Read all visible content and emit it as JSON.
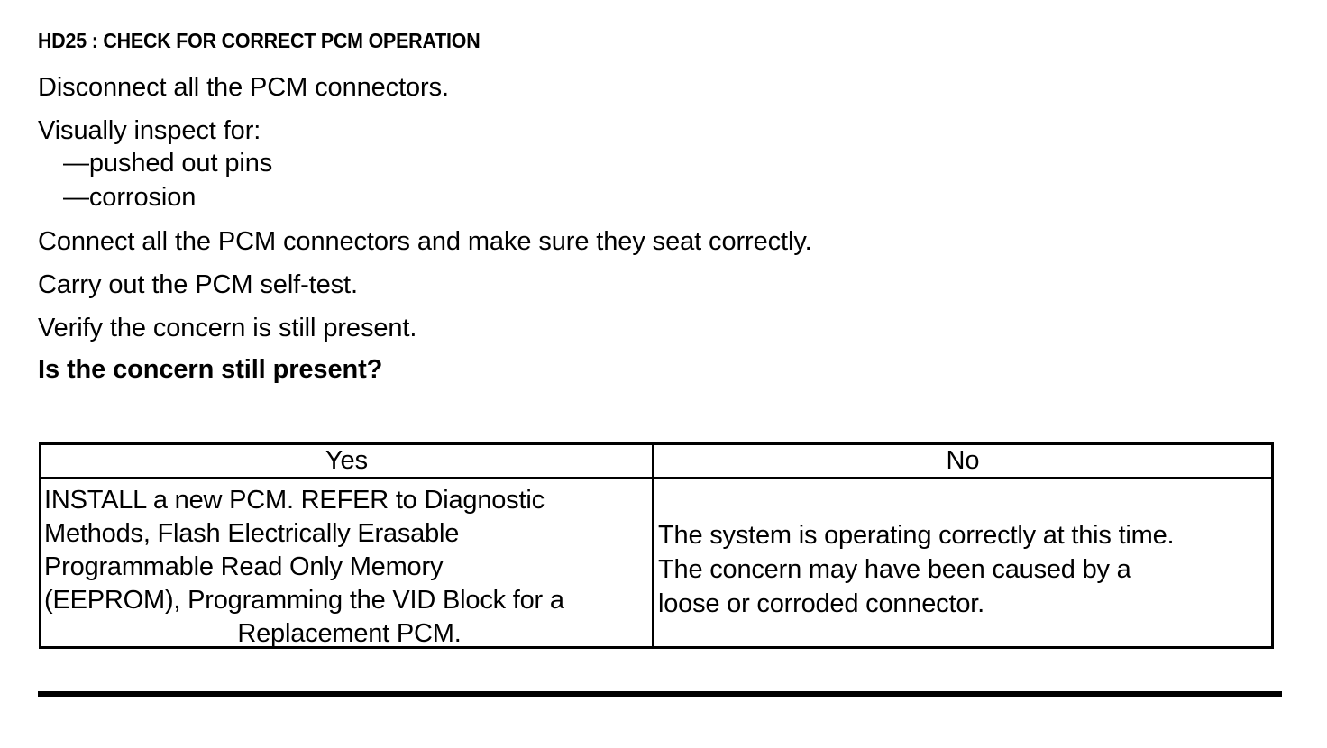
{
  "document": {
    "step_title": "HD25 : CHECK FOR CORRECT PCM OPERATION",
    "instructions": [
      "Disconnect all the PCM connectors.",
      "Visually inspect for:",
      "—pushed out pins",
      "—corrosion",
      "Connect all the PCM connectors and make sure they seat correctly.",
      "Carry out the PCM self-test.",
      "Verify the concern is still present."
    ],
    "question": "Is the concern still present?"
  },
  "decision_table": {
    "headers": [
      "Yes",
      "No"
    ],
    "yes_cell": {
      "lines": [
        "INSTALL a new PCM. REFER to Diagnostic",
        "Methods, Flash Electrically Erasable",
        "Programmable Read Only Memory",
        "(EEPROM), Programming the VID Block for a",
        "Replacement PCM."
      ],
      "text": "INSTALL a new PCM. REFER to Diagnostic Methods, Flash Electrically Erasable Programmable Read Only Memory (EEPROM), Programming the VID Block for a Replacement PCM."
    },
    "no_cell": {
      "lines": [
        "The system is operating correctly at this time.",
        "The concern may have been caused by a",
        "loose or corroded connector."
      ],
      "text": "The system is operating correctly at this time. The concern may have been caused by a loose or corroded connector."
    }
  },
  "colors": {
    "text": "#000000",
    "background": "#ffffff",
    "rule": "#000000"
  }
}
